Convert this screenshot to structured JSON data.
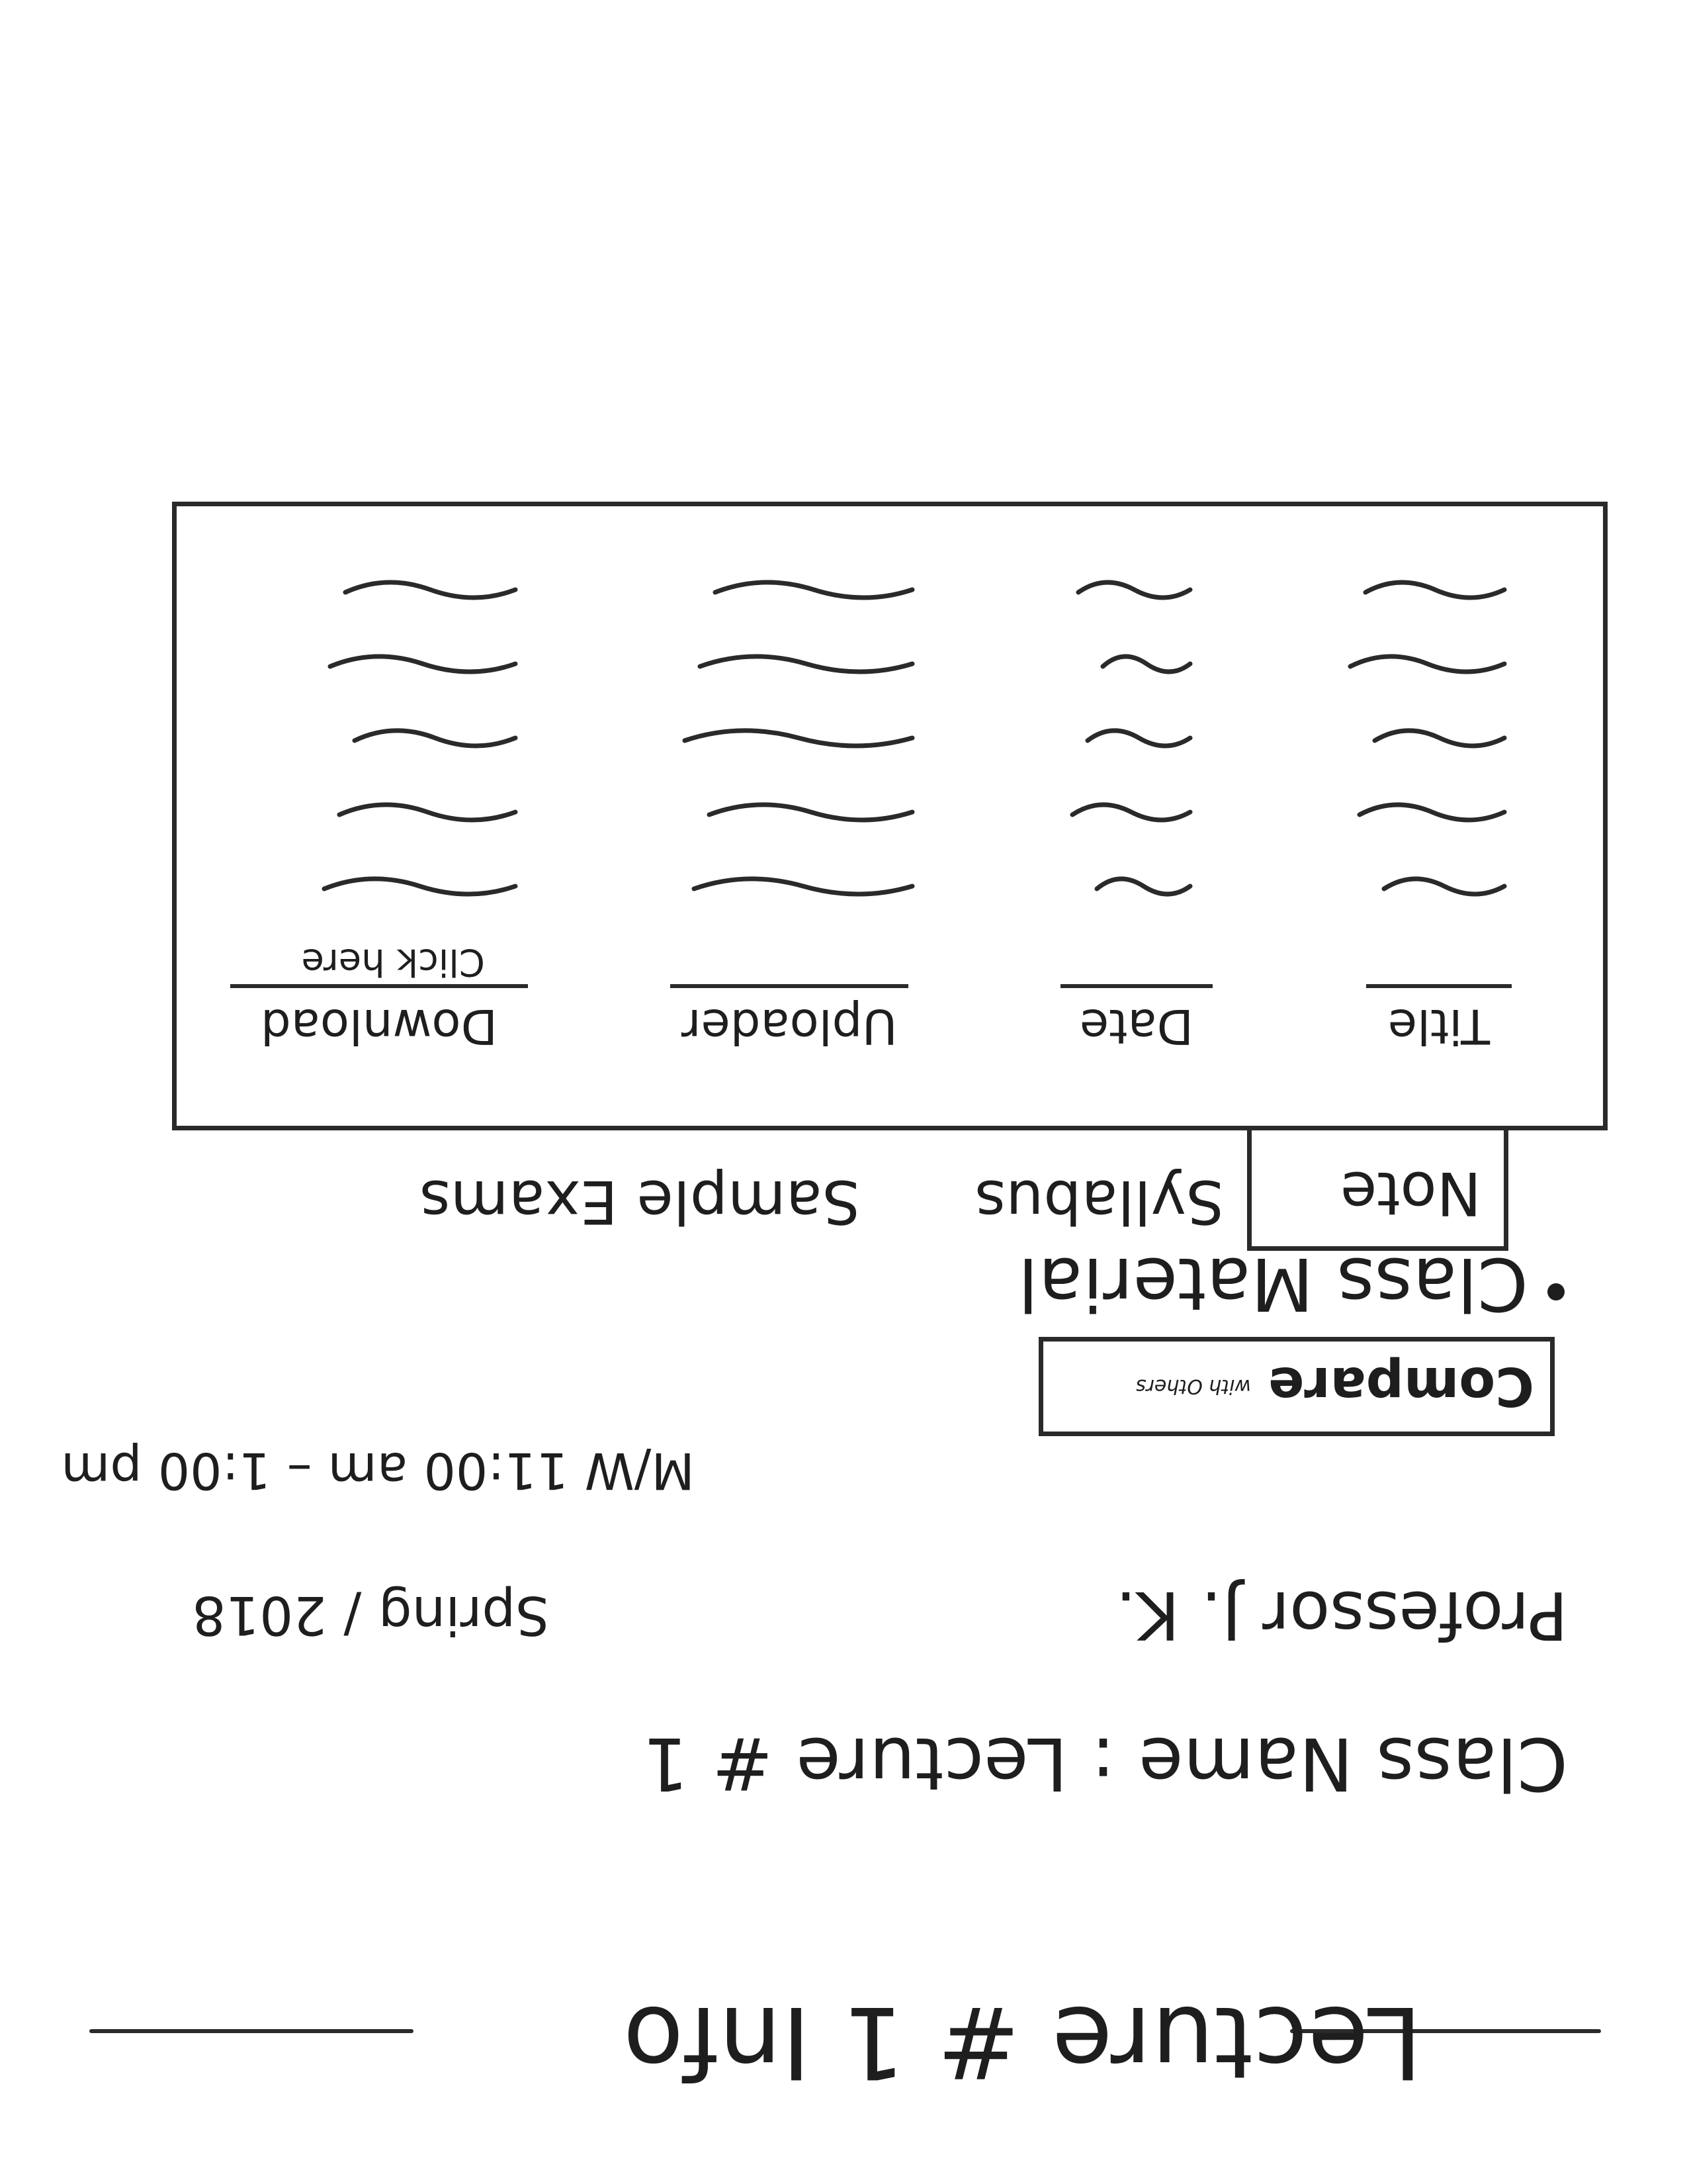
{
  "page": {
    "title": "Lecture # 1 Info"
  },
  "course": {
    "class_name": "Class Name : Lecture # 1",
    "professor": "Professor J. K.",
    "term": "Spring / 2018",
    "schedule": "M/W 11:00 am – 1:00 pm"
  },
  "compare": {
    "label": "Compare",
    "sublabel": "with Others"
  },
  "materials": {
    "heading": "Class Material",
    "tabs": [
      "Note",
      "Syllabus",
      "Sample Exams"
    ],
    "active_tab": "Note",
    "columns": [
      "Title",
      "Date",
      "Uploader",
      "Download"
    ],
    "download_hint": "Click here",
    "placeholder_rows": 5
  }
}
